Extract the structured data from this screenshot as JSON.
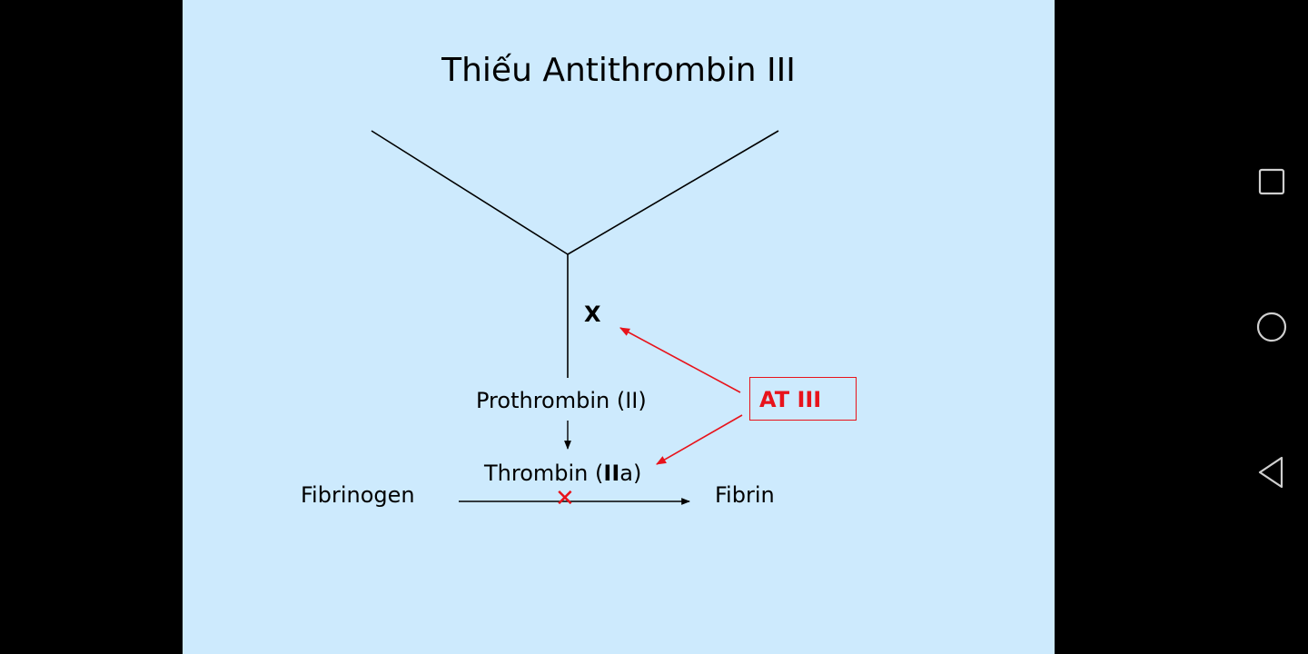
{
  "slide": {
    "title": "Thiếu Antithrombin III",
    "factor_x": "X",
    "prothrombin": "Prothrombin (II)",
    "thrombin": {
      "prefix": "Thrombin (",
      "bold": "II",
      "suffix": "a)"
    },
    "fibrinogen": "Fibrinogen",
    "fibrin": "Fibrin",
    "inhibitor": "AT III",
    "block_mark": "✕"
  },
  "colors": {
    "slide_background": "#cdeafd",
    "inhibitor_red": "#e8131b",
    "line": "#000000"
  },
  "navigation": {
    "recents_icon": "square-icon",
    "home_icon": "circle-icon",
    "back_icon": "triangle-back-icon"
  }
}
